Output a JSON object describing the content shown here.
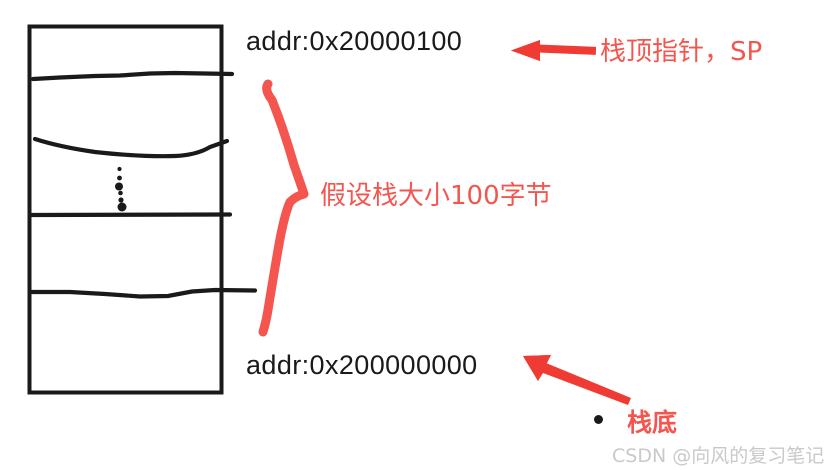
{
  "diagram": {
    "title_none": "",
    "stack_box": {
      "label": "stack-memory-block",
      "top_address": "addr:0x20000100",
      "bottom_address": "addr:0x200000000",
      "divider_count": 4,
      "ellipsis": "vertical-dots"
    },
    "annotations": {
      "stack_pointer": "栈顶指针，SP",
      "stack_size": "假设栈大小100字节",
      "stack_bottom": "栈底"
    },
    "arrows": {
      "top_arrow": "left-arrow",
      "bottom_arrow": "up-left-arrow",
      "brace": "vertical-brace"
    },
    "colors": {
      "red": "#f4564f",
      "red_dark": "#ef3b33",
      "ink": "#1a1a1a",
      "watermark": "#c9c9c9",
      "background": "#ffffff"
    },
    "watermark": "CSDN @向风的复习笔记"
  }
}
